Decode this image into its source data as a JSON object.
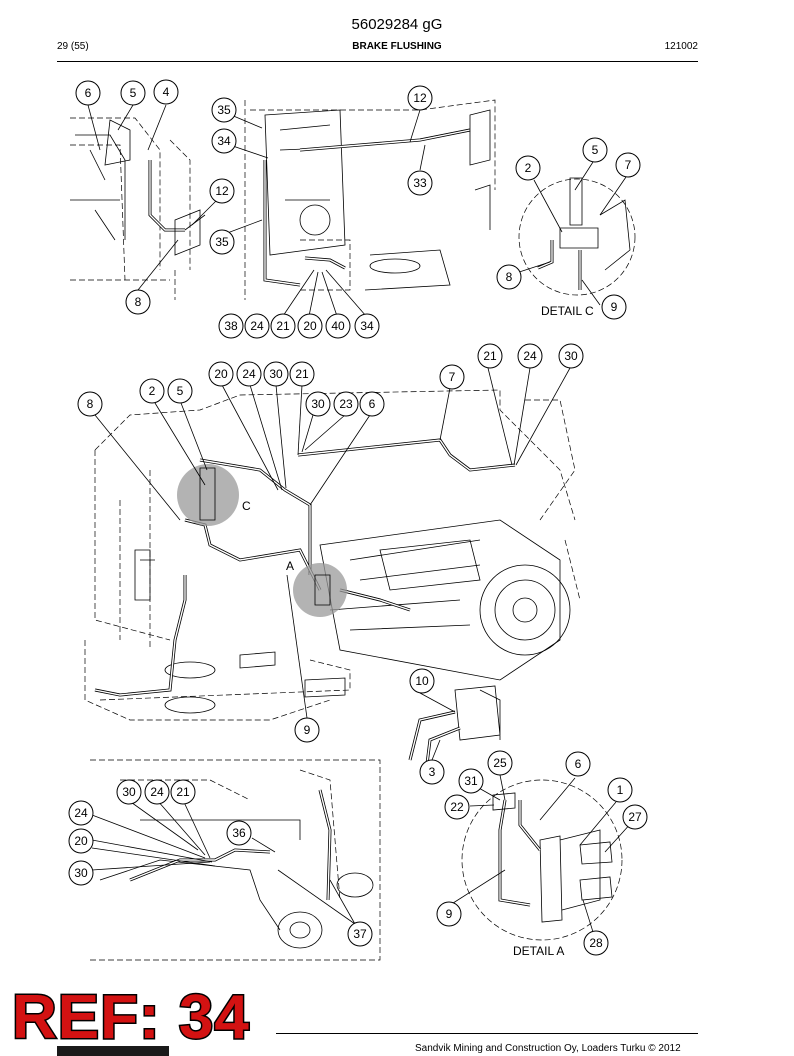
{
  "header": {
    "document_number": "56029284 gG",
    "page": "29 (55)",
    "section_title": "BRAKE FLUSHING",
    "document_code": "121002"
  },
  "footer": {
    "text": "Sandvik Mining and Construction Oy, Loaders Turku © 2012"
  },
  "stamp": {
    "text": "REF: 34",
    "color": "#d31212"
  },
  "details": {
    "c_label": "DETAIL C",
    "a_label": "DETAIL A",
    "point_c": "C",
    "point_a": "A"
  },
  "callouts": {
    "top_left": [
      "6",
      "5",
      "4",
      "12",
      "8"
    ],
    "top_middle": [
      "35",
      "34",
      "12",
      "33",
      "35",
      "38",
      "24",
      "21",
      "20",
      "40",
      "34"
    ],
    "detail_c": [
      "5",
      "7",
      "2",
      "8",
      "9"
    ],
    "main": [
      "8",
      "2",
      "5",
      "20",
      "24",
      "30",
      "21",
      "30",
      "23",
      "6",
      "7",
      "21",
      "24",
      "30",
      "9"
    ],
    "bottom_middle": [
      "10",
      "3"
    ],
    "bottom_left": [
      "30",
      "24",
      "21",
      "24",
      "20",
      "30",
      "36",
      "37"
    ],
    "detail_a": [
      "25",
      "6",
      "31",
      "22",
      "1",
      "27",
      "9",
      "28"
    ]
  }
}
